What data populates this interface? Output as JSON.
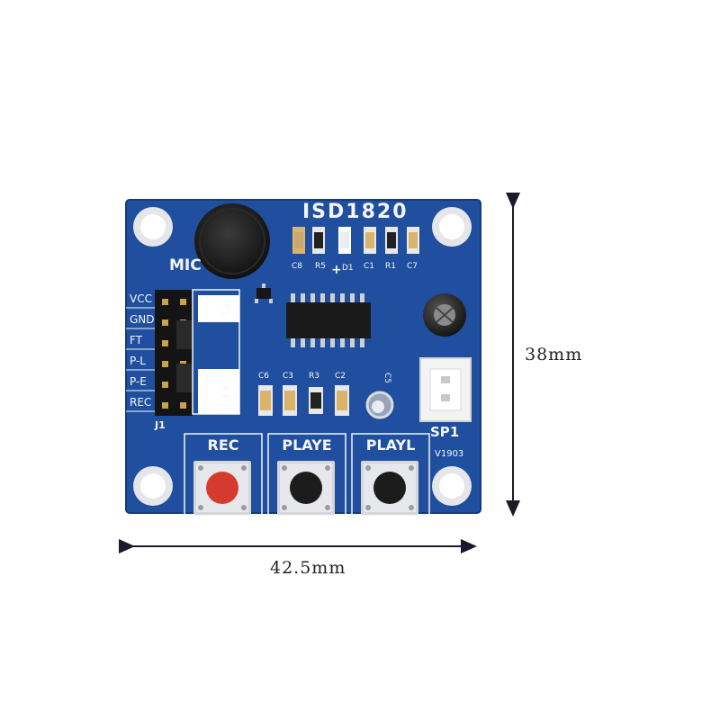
{
  "board": {
    "chip_label": "ISD1820",
    "mic_label": "MIC",
    "speaker_label": "SP1",
    "header_label": "J1",
    "version": "V1903",
    "pins": [
      "VCC",
      "GND",
      "FT",
      "P-L",
      "P-E",
      "REC"
    ],
    "jumper_labels": [
      "FT",
      "P-E"
    ],
    "top_components": [
      "C8",
      "R5",
      "D1",
      "C1",
      "R1",
      "C7"
    ],
    "mid_components": [
      "C6",
      "C3",
      "R3",
      "C2"
    ],
    "cap_label": "C5",
    "buttons": [
      {
        "label": "REC",
        "cap_color": "#d63a2e"
      },
      {
        "label": "PLAYE",
        "cap_color": "#1c1c1c"
      },
      {
        "label": "PLAYL",
        "cap_color": "#1c1c1c"
      }
    ],
    "pcb_color": "#1f4f9e"
  },
  "dimensions": {
    "width": "42.5mm",
    "height": "38mm"
  }
}
